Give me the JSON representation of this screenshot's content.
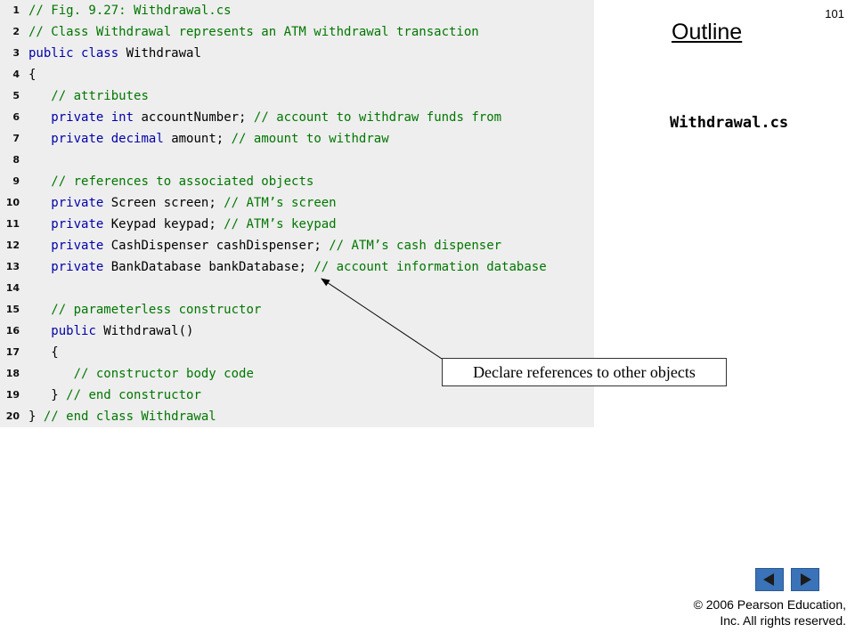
{
  "slide": {
    "number": "101",
    "outline_title": "Outline",
    "file_name": "Withdrawal.cs",
    "callout_text": "Declare references to other objects",
    "copyright_line1": "© 2006 Pearson Education,",
    "copyright_line2": "Inc.  All rights reserved.",
    "nav": {
      "prev_icon": "triangle-left-icon",
      "next_icon": "triangle-right-icon"
    }
  },
  "colors": {
    "keyword": "#0000aa",
    "comment": "#007700",
    "panel": "#eeeeee",
    "nav": "#3b73b9"
  },
  "code_lines": [
    {
      "num": "1",
      "tokens": [
        {
          "t": "// Fig. 9.27: Withdrawal.cs",
          "c": "cm"
        }
      ]
    },
    {
      "num": "2",
      "tokens": [
        {
          "t": "// Class Withdrawal represents an ATM withdrawal transaction",
          "c": "cm"
        }
      ]
    },
    {
      "num": "3",
      "tokens": [
        {
          "t": "public",
          "c": "kw"
        },
        {
          "t": " ",
          "c": "tx"
        },
        {
          "t": "class",
          "c": "kw"
        },
        {
          "t": " Withdrawal",
          "c": "tx"
        }
      ]
    },
    {
      "num": "4",
      "tokens": [
        {
          "t": "{",
          "c": "tx"
        }
      ]
    },
    {
      "num": "5",
      "tokens": [
        {
          "t": "   ",
          "c": "tx"
        },
        {
          "t": "// attributes",
          "c": "cm"
        }
      ]
    },
    {
      "num": "6",
      "tokens": [
        {
          "t": "   ",
          "c": "tx"
        },
        {
          "t": "private",
          "c": "kw"
        },
        {
          "t": " ",
          "c": "tx"
        },
        {
          "t": "int",
          "c": "kw"
        },
        {
          "t": " accountNumber; ",
          "c": "tx"
        },
        {
          "t": "// account to withdraw funds from",
          "c": "cm"
        }
      ]
    },
    {
      "num": "7",
      "tokens": [
        {
          "t": "   ",
          "c": "tx"
        },
        {
          "t": "private",
          "c": "kw"
        },
        {
          "t": " ",
          "c": "tx"
        },
        {
          "t": "decimal",
          "c": "kw"
        },
        {
          "t": " amount; ",
          "c": "tx"
        },
        {
          "t": "// amount to withdraw",
          "c": "cm"
        }
      ]
    },
    {
      "num": "8",
      "tokens": []
    },
    {
      "num": "9",
      "tokens": [
        {
          "t": "   ",
          "c": "tx"
        },
        {
          "t": "// references to associated objects",
          "c": "cm"
        }
      ]
    },
    {
      "num": "10",
      "tokens": [
        {
          "t": "   ",
          "c": "tx"
        },
        {
          "t": "private",
          "c": "kw"
        },
        {
          "t": " Screen screen; ",
          "c": "tx"
        },
        {
          "t": "// ATM’s screen",
          "c": "cm"
        }
      ]
    },
    {
      "num": "11",
      "tokens": [
        {
          "t": "   ",
          "c": "tx"
        },
        {
          "t": "private",
          "c": "kw"
        },
        {
          "t": " Keypad keypad; ",
          "c": "tx"
        },
        {
          "t": "// ATM’s keypad",
          "c": "cm"
        }
      ]
    },
    {
      "num": "12",
      "tokens": [
        {
          "t": "   ",
          "c": "tx"
        },
        {
          "t": "private",
          "c": "kw"
        },
        {
          "t": " CashDispenser cashDispenser; ",
          "c": "tx"
        },
        {
          "t": "// ATM’s cash dispenser",
          "c": "cm"
        }
      ]
    },
    {
      "num": "13",
      "tokens": [
        {
          "t": "   ",
          "c": "tx"
        },
        {
          "t": "private",
          "c": "kw"
        },
        {
          "t": " BankDatabase bankDatabase; ",
          "c": "tx"
        },
        {
          "t": "// account information database",
          "c": "cm"
        }
      ]
    },
    {
      "num": "14",
      "tokens": []
    },
    {
      "num": "15",
      "tokens": [
        {
          "t": "   ",
          "c": "tx"
        },
        {
          "t": "// parameterless constructor",
          "c": "cm"
        }
      ]
    },
    {
      "num": "16",
      "tokens": [
        {
          "t": "   ",
          "c": "tx"
        },
        {
          "t": "public",
          "c": "kw"
        },
        {
          "t": " Withdrawal()",
          "c": "tx"
        }
      ]
    },
    {
      "num": "17",
      "tokens": [
        {
          "t": "   {",
          "c": "tx"
        }
      ]
    },
    {
      "num": "18",
      "tokens": [
        {
          "t": "      ",
          "c": "tx"
        },
        {
          "t": "// constructor body code",
          "c": "cm"
        }
      ]
    },
    {
      "num": "19",
      "tokens": [
        {
          "t": "   } ",
          "c": "tx"
        },
        {
          "t": "// end constructor",
          "c": "cm"
        }
      ]
    },
    {
      "num": "20",
      "tokens": [
        {
          "t": "} ",
          "c": "tx"
        },
        {
          "t": "// end class Withdrawal",
          "c": "cm"
        }
      ]
    }
  ]
}
